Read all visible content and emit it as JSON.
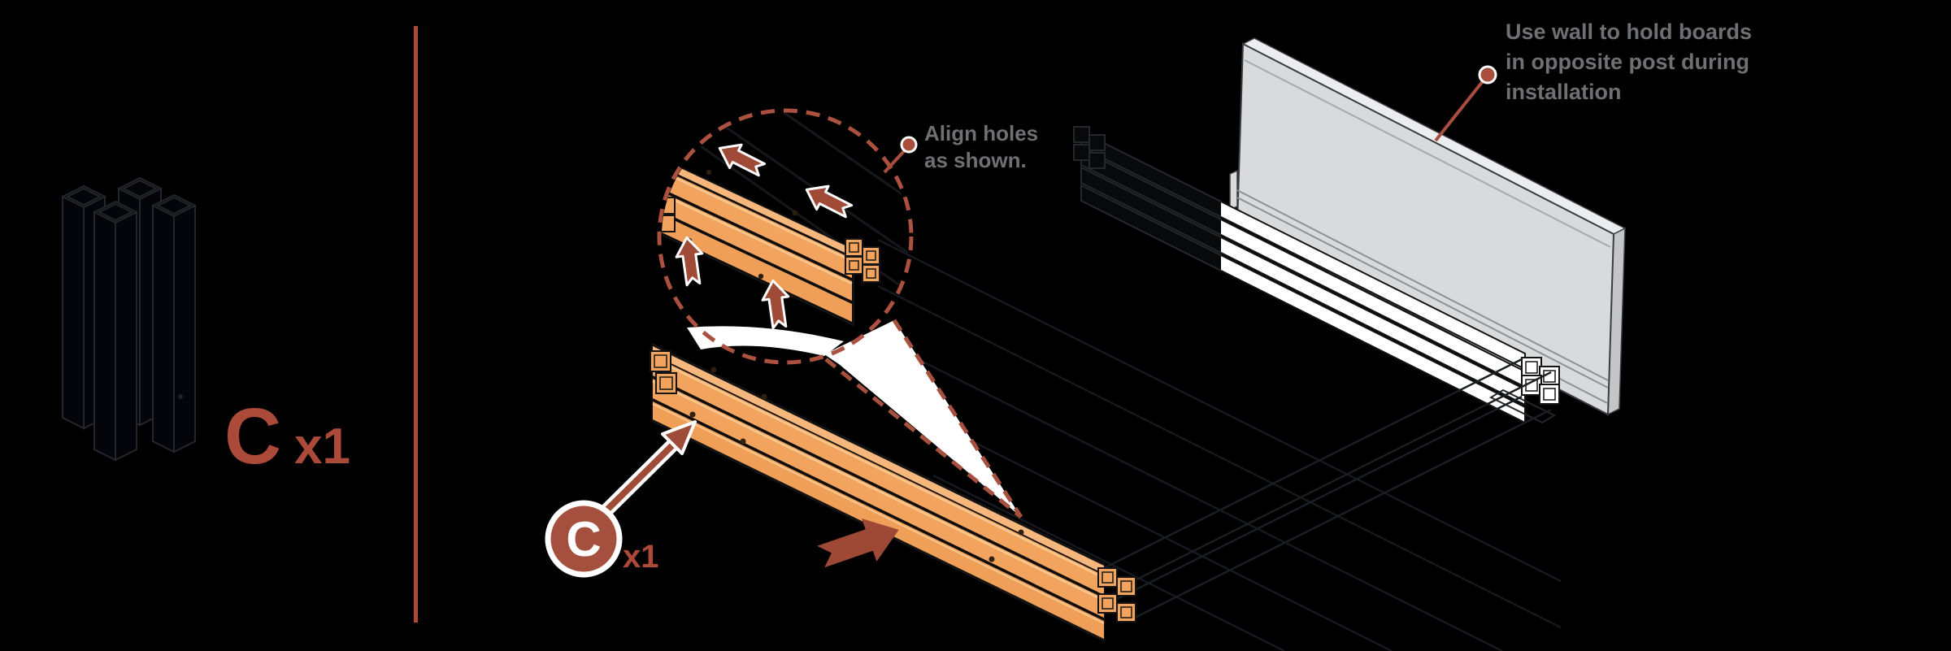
{
  "scene": {
    "title": "Assembly step diagram: insert board bundle C into opposite post using wall",
    "left_panel": {
      "part_letter": "C",
      "quantity": "x1"
    },
    "badge": {
      "letter": "C",
      "quantity": "x1"
    },
    "magnifier_note": {
      "line1": "Align holes",
      "line2": "as shown."
    },
    "wall_note": {
      "line1": "Use wall to hold boards",
      "line2": "in opposite post during",
      "line3": "installation"
    },
    "colors": {
      "background": "#000000",
      "accent_red": "#AC5140",
      "divider_red": "#AE4936",
      "badge_red": "#A5503E",
      "arrow_red": "#9E4936",
      "board_orange": "#F2A45F",
      "board_orange_light": "#F5B77C",
      "wall_gray": "#D8DADC",
      "note_text_gray": "#6E7072"
    }
  }
}
